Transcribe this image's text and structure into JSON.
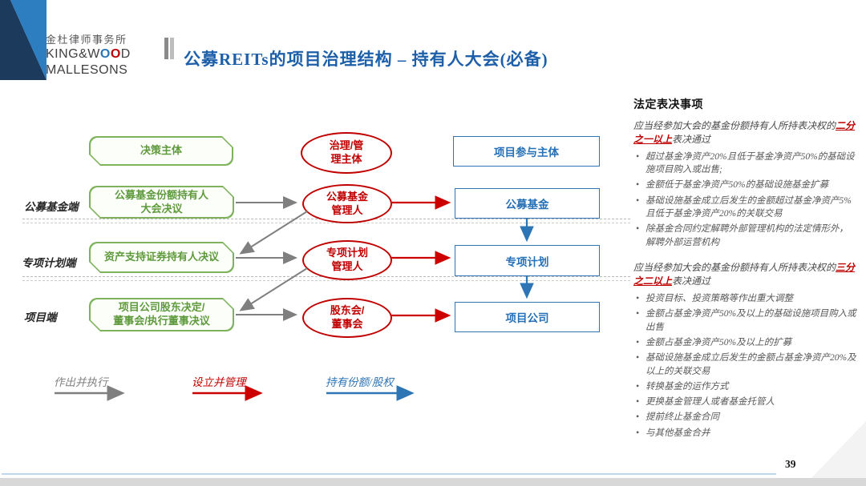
{
  "header": {
    "title": "公募REITs的项目治理结构 – 持有人大会(必备)"
  },
  "logo": {
    "cn": "金杜律师事务所",
    "en_line1_pre": "KING&W",
    "en_o1": "O",
    "en_o2": "O",
    "en_line1_post": "D",
    "en_line2": "MALLESONS"
  },
  "diagram": {
    "column_headers": {
      "decision": "决策主体",
      "governance": "治理/管\n理主体",
      "participant": "项目参与主体"
    },
    "row_labels": [
      "公募基金端",
      "专项计划端",
      "项目端"
    ],
    "rows": [
      {
        "decision": "公募基金份额持有人\n大会决议",
        "governance": "公募基金\n管理人",
        "participant": "公募基金"
      },
      {
        "decision": "资产支持证券持有人决议",
        "governance": "专项计划\n管理人",
        "participant": "专项计划"
      },
      {
        "decision": "项目公司股东决定/\n董事会/执行董事决议",
        "governance": "股东会/\n董事会",
        "participant": "项目公司"
      }
    ],
    "legend": [
      {
        "label": "作出并执行",
        "color": "#808080"
      },
      {
        "label": "设立并管理",
        "color": "#C00000"
      },
      {
        "label": "持有份额/股权",
        "color": "#2E75B6"
      }
    ]
  },
  "panel": {
    "title": "法定表决事项",
    "sections": [
      {
        "intro_pre": "应当经参加大会的基金份额持有人所持表决权的",
        "highlight": "二分之一以上",
        "intro_post": "表决通过",
        "bullets": [
          "超过基金净资产20%且低于基金净资产50%的基础设施项目购入或出售;",
          "金额低于基金净资产50%的基础设施基金扩募",
          "基础设施基金成立后发生的金额超过基金净资产5%且低于基金净资产20%的关联交易",
          "除基金合同约定解聘外部管理机构的法定情形外，解聘外部运营机构"
        ]
      },
      {
        "intro_pre": "应当经参加大会的基金份额持有人所持表决权的",
        "highlight": "三分之二以上",
        "intro_post": "表决通过",
        "bullets": [
          "投资目标、投资策略等作出重大调整",
          "金额占基金净资产50%及以上的基础设施项目购入或出售",
          "金额占基金净资产50%及以上的扩募",
          "基础设施基金成立后发生的金额占基金净资产20%及以上的关联交易",
          "转换基金的运作方式",
          "更换基金管理人或者基金托管人",
          "提前终止基金合同",
          "与其他基金合并"
        ]
      }
    ]
  },
  "footer": {
    "page_number": "39"
  },
  "colors": {
    "title_blue": "#1D5FA9",
    "green_border": "#7EB25D",
    "green_text": "#5E9A3C",
    "red": "#C00000",
    "blue_box": "#2E75B6",
    "gray_arrow": "#7F7F7F",
    "footer_line": "#BDD7EE",
    "logo_navy": "#1B3A5C",
    "logo_blue": "#2D7DC1"
  }
}
